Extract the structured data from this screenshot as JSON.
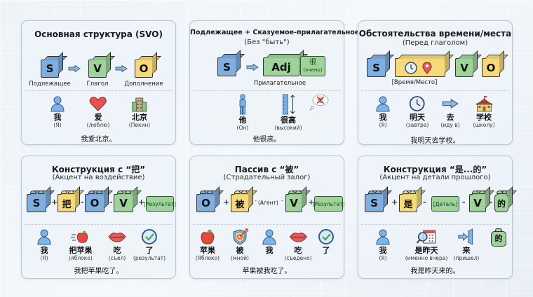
{
  "colors": {
    "subject_blue": "#7faee0",
    "verb_green": "#9ed39a",
    "object_yellow": "#f5d97a",
    "card_bg": "#eef3f9"
  },
  "cards": [
    {
      "title": "Основная структура (SVO)",
      "blocks": [
        {
          "text": "S",
          "label": "Подлежащее"
        },
        {
          "text": "V",
          "label": "Глагол"
        },
        {
          "text": "O",
          "label": "Дополнение"
        }
      ],
      "words": [
        {
          "zh": "我",
          "ru": "(Я)",
          "icon": "person-icon"
        },
        {
          "zh": "爱",
          "ru": "(люблю)",
          "icon": "heart-icon"
        },
        {
          "zh": "北京",
          "ru": "(Пекин)",
          "icon": "building-icon"
        }
      ],
      "sentence": "我爱北京。"
    },
    {
      "title": "Подлежащее + Сказуемое-прилагательное",
      "subtitle": "(Без \"быть\")",
      "blocks": [
        {
          "text": "S"
        },
        {
          "text": "Adj",
          "label": "Прилагательное"
        },
        {
          "text": "很",
          "sub": "(очень)"
        }
      ],
      "words": [
        {
          "zh": "他",
          "ru": "(Он)",
          "icon": "standing-person-icon"
        },
        {
          "zh": "很高",
          "ru": "(высокий)",
          "icon": "height-ruler-icon"
        }
      ],
      "crossed_bubble": "是",
      "sentence": "他很高。"
    },
    {
      "title": "Обстоятельства времени/места",
      "subtitle": "(Перед глаголом)",
      "blocks": [
        {
          "text": "S"
        },
        {
          "text": "",
          "label": "[Время/Место]",
          "icon": "clock-pin-icon"
        },
        {
          "text": "V"
        },
        {
          "text": "O"
        }
      ],
      "words": [
        {
          "zh": "我",
          "ru": "(Я)",
          "icon": "person-icon"
        },
        {
          "zh": "明天",
          "ru": "(завтра)",
          "icon": "clock-icon"
        },
        {
          "zh": "去",
          "ru": "(иду в)",
          "icon": "arrow-right-icon"
        },
        {
          "zh": "学校",
          "ru": "(школу)",
          "icon": "school-icon"
        }
      ],
      "sentence": "我明天去学校。"
    },
    {
      "title": "Конструкция с “把”",
      "subtitle": "(Акцент на воздействие)",
      "blocks": [
        {
          "text": "S"
        },
        {
          "text": "把"
        },
        {
          "text": "O"
        },
        {
          "text": "V"
        },
        {
          "text": "[Результат]"
        }
      ],
      "operators": [
        "+",
        "-",
        "-",
        "+"
      ],
      "words": [
        {
          "zh": "我",
          "ru": "(Я)",
          "icon": "person-icon"
        },
        {
          "zh": "把苹果",
          "ru": "(яблоко)",
          "icon": "moving-apple-icon"
        },
        {
          "zh": "吃",
          "ru": "(съел)",
          "icon": "lips-icon"
        },
        {
          "zh": "了",
          "ru": "(результат)",
          "icon": "check-circle-icon"
        }
      ],
      "sentence": "我把苹果吃了。"
    },
    {
      "title": "Пассив с “被”",
      "subtitle": "(Страдательный залог)",
      "blocks": [
        {
          "text": "O"
        },
        {
          "text": "被"
        },
        {
          "text": "(Агент)"
        },
        {
          "text": "V"
        },
        {
          "text": "[Результат]"
        }
      ],
      "operators": [
        "+",
        "-",
        "-",
        "+"
      ],
      "words": [
        {
          "zh": "苹果",
          "ru": "(Яблоко)",
          "icon": "apple-icon"
        },
        {
          "zh": "被",
          "ru": "(мной)",
          "icon": "shield-target-icon"
        },
        {
          "zh": "我",
          "ru": "",
          "icon": "person-icon"
        },
        {
          "zh": "吃",
          "ru": "(съедено)",
          "icon": "lips-icon"
        },
        {
          "zh": "了",
          "ru": "",
          "icon": "check-circle-icon"
        }
      ],
      "sentence": "苹果被我吃了。"
    },
    {
      "title": "Конструкция “是...的”",
      "subtitle": "(Акцент на детали прошлого)",
      "blocks": [
        {
          "text": "S"
        },
        {
          "text": "是"
        },
        {
          "text": "[Деталь]"
        },
        {
          "text": "V"
        },
        {
          "text": "的"
        }
      ],
      "operators": [
        "+",
        "-",
        "-",
        "-"
      ],
      "words": [
        {
          "zh": "我",
          "ru": "(Я)",
          "icon": "person-icon"
        },
        {
          "zh": "是昨天",
          "ru": "(именно вчера)",
          "icon": "magnifier-calendar-icon"
        },
        {
          "zh": "来",
          "ru": "(пришел)",
          "icon": "arrow-into-door-icon"
        },
        {
          "zh": "的",
          "ru": "",
          "icon": "de-jar-icon"
        }
      ],
      "sentence": "我是昨天来的。"
    }
  ]
}
